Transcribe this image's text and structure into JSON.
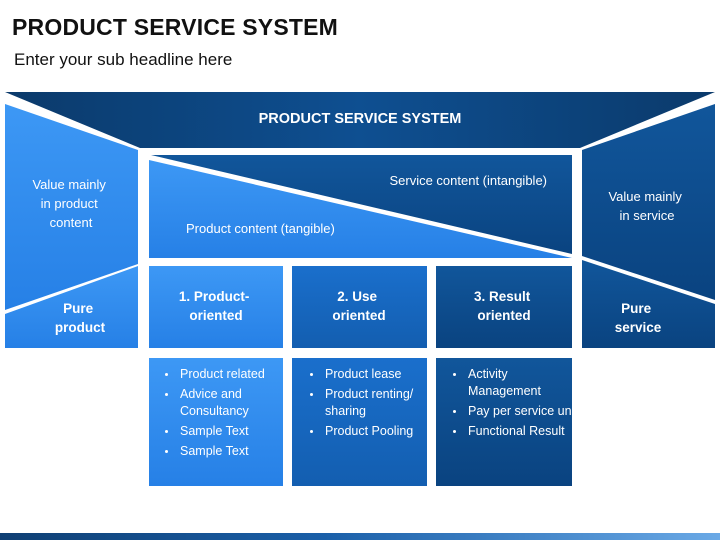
{
  "slide": {
    "title": "PRODUCT SERVICE SYSTEM",
    "subtitle": "Enter your sub headline here"
  },
  "diagram": {
    "banner": "PRODUCT SERVICE SYSTEM",
    "left_panel": {
      "lines": [
        "Value mainly",
        "in product",
        "content"
      ]
    },
    "right_panel": {
      "lines": [
        "Value mainly",
        "in service"
      ]
    },
    "service_content": "Service content (intangible)",
    "product_content": "Product content (tangible)",
    "pure_product": {
      "lines": [
        "Pure",
        "product"
      ]
    },
    "pure_service": {
      "lines": [
        "Pure",
        "service"
      ]
    },
    "categories": [
      {
        "lines": [
          "1. Product-",
          "oriented"
        ],
        "items": [
          "Product related",
          "Advice and Consultancy",
          "Sample Text",
          "Sample Text"
        ]
      },
      {
        "lines": [
          "2. Use",
          "oriented"
        ],
        "items": [
          "Product lease",
          "Product renting/ sharing",
          "Product Pooling"
        ]
      },
      {
        "lines": [
          "3. Result",
          "oriented"
        ],
        "items": [
          "Activity Management",
          "Pay per service unit",
          "Functional Result"
        ]
      }
    ]
  },
  "colors": {
    "light_blue": "#2f8cf0",
    "dark_blue": "#0d4d8c",
    "mid_blue": "#1565c0",
    "navy": "#0b3f73"
  }
}
